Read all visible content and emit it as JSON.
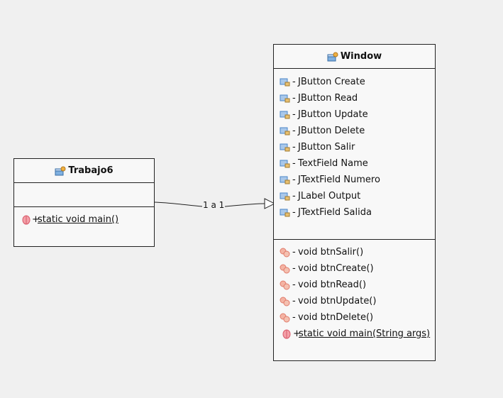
{
  "classes": {
    "trabajo6": {
      "name": "Trabajo6",
      "attributes": [],
      "methods": [
        {
          "visibility": "+",
          "signature": "static void main()",
          "static": true
        }
      ]
    },
    "window": {
      "name": "Window",
      "attributes": [
        {
          "visibility": "-",
          "signature": "JButton Create"
        },
        {
          "visibility": "-",
          "signature": "JButton Read"
        },
        {
          "visibility": "-",
          "signature": "JButton Update"
        },
        {
          "visibility": "-",
          "signature": "JButton Delete"
        },
        {
          "visibility": "-",
          "signature": "JButton Salir"
        },
        {
          "visibility": "-",
          "signature": "TextField Name"
        },
        {
          "visibility": "-",
          "signature": "JTextField Numero"
        },
        {
          "visibility": "-",
          "signature": "JLabel Output"
        },
        {
          "visibility": "-",
          "signature": "JTextField Salida"
        }
      ],
      "methods": [
        {
          "visibility": "-",
          "signature": "void btnSalir()",
          "static": false
        },
        {
          "visibility": "-",
          "signature": "void btnCreate()",
          "static": false
        },
        {
          "visibility": "-",
          "signature": "void btnRead()",
          "static": false
        },
        {
          "visibility": "-",
          "signature": "void btnUpdate()",
          "static": false
        },
        {
          "visibility": "-",
          "signature": "void btnDelete()",
          "static": false
        },
        {
          "visibility": "+",
          "signature": "static void main(String args)",
          "static": true
        }
      ]
    }
  },
  "relation": {
    "from": "Trabajo6",
    "to": "Window",
    "label": "1 a 1",
    "arrow": "open-triangle"
  },
  "colors": {
    "background": "#f0f0f0",
    "class_fill": "#f8f8f8",
    "border": "#222222",
    "attribute_icon": "#4a86c8",
    "method_icon": "#e07a6a",
    "static_method_icon": "#d95c6c"
  }
}
